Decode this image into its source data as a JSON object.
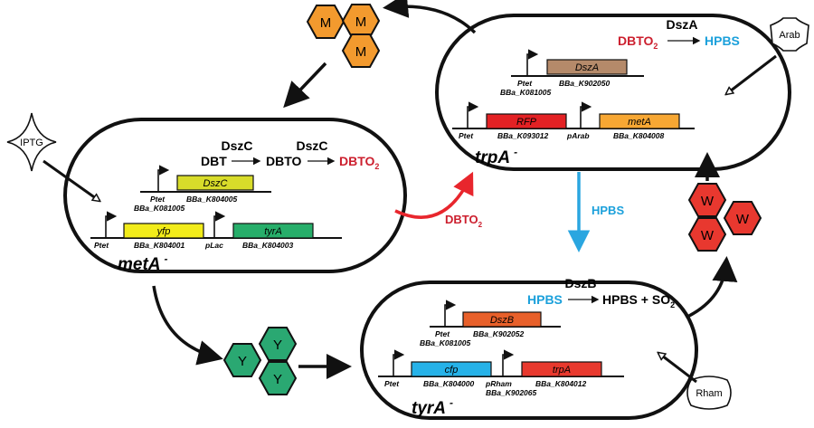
{
  "colors": {
    "dbto2": "#cc1f2e",
    "hpbs": "#1ba0db",
    "met": "#f39a2e",
    "tyr": "#2aa872",
    "trp": "#e8382f",
    "dszC": "#d8dc2a",
    "dszA": "#b58a6a",
    "dszB": "#e8602a",
    "yfp": "#f2ec1a",
    "cfp": "#26b2e8",
    "rfp": "#e32124",
    "metA": "#f7a733",
    "tyrA": "#27ae6a",
    "trpA": "#e8392e"
  },
  "inducers": {
    "iptg": "IPTG",
    "arab": "Arab",
    "rham": "Rham"
  },
  "hexagons": {
    "met": "M",
    "tyr": "Y",
    "trp": "W"
  },
  "transfers": {
    "dbto2_main": "DBTO",
    "dbto2_sub": "2",
    "hpbs": "HPBS"
  },
  "cell_metA": {
    "name": "metA",
    "superscript": "-",
    "enzyme1": "DszC",
    "enzyme2": "DszC",
    "substrate": "DBT",
    "intermediate": "DBTO",
    "product_main": "DBTO",
    "product_sub": "2",
    "dszC_gene": "DszC",
    "ptet1": "Ptet",
    "ptet1_part": "BBa_K081005",
    "dszC_part": "BBa_K804005",
    "yfp_gene": "yfp",
    "ptet2": "Ptet",
    "yfp_part": "BBa_K804001",
    "plac": "pLac",
    "tyrA_gene": "tyrA",
    "tyrA_part": "BBa_K804003"
  },
  "cell_trpA": {
    "name": "trpA",
    "superscript": "-",
    "enzyme": "DszA",
    "substrate_main": "DBTO",
    "substrate_sub": "2",
    "product": "HPBS",
    "dszA_gene": "DszA",
    "ptet1": "Ptet",
    "ptet1_part": "BBa_K081005",
    "dszA_part": "BBa_K902050",
    "rfp_gene": "RFP",
    "ptet2": "Ptet",
    "rfp_part": "BBa_K093012",
    "parab": "pArab",
    "metA_gene": "metA",
    "metA_part": "BBa_K804008"
  },
  "cell_tyrA": {
    "name": "tyrA",
    "superscript": "-",
    "enzyme": "DszB",
    "substrate": "HPBS",
    "product": "HPBS + SO",
    "product_sub": "2",
    "dszB_gene": "DszB",
    "ptet1": "Ptet",
    "ptet1_part": "BBa_K081005",
    "dszB_part": "BBa_K902052",
    "cfp_gene": "cfp",
    "ptet2": "Ptet",
    "cfp_part": "BBa_K804000",
    "prham": "pRham",
    "prham_part": "BBa_K902065",
    "trpA_gene": "trpA",
    "trpA_part": "BBa_K804012"
  }
}
